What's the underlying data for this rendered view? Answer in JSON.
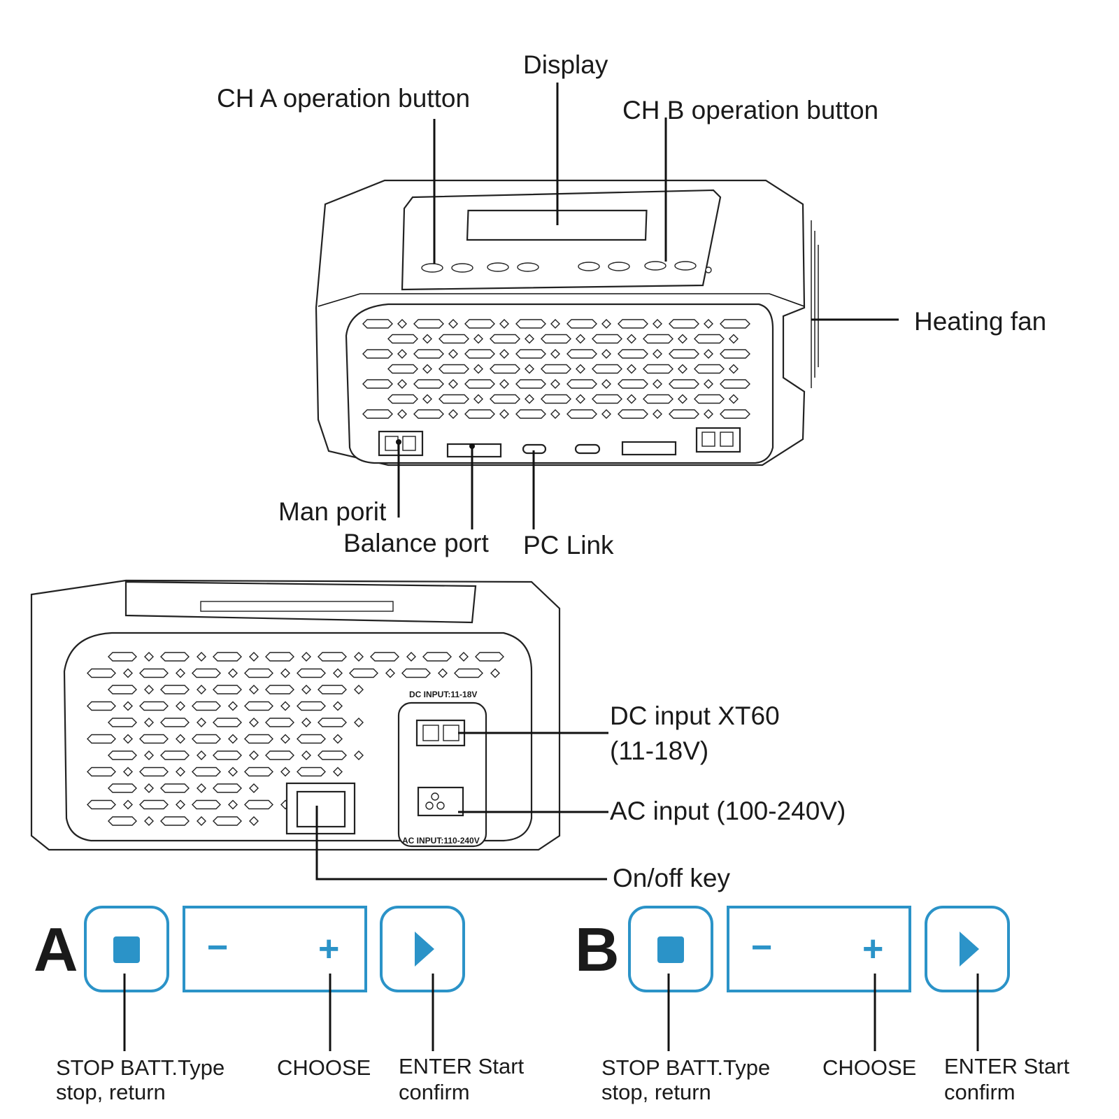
{
  "top_view": {
    "labels": {
      "display": "Display",
      "ch_a": "CH A operation button",
      "ch_b": "CH B operation button",
      "fan": "Heating fan",
      "main_port": "Man porit",
      "balance_port": "Balance port",
      "pc_link": "PC Link"
    }
  },
  "rear_view": {
    "labels": {
      "dc_input_1": "DC input XT60",
      "dc_input_2": "(11-18V)",
      "ac_input": "AC input (100-240V)",
      "onoff": "On/off key"
    },
    "panel_text": {
      "dc": "DC  INPUT:11-18V",
      "ac": "AC  INPUT:110-240V"
    }
  },
  "key_groups": [
    {
      "letter": "A",
      "minus": "−",
      "plus": "+",
      "stop_1": "STOP BATT.Type",
      "stop_2": "stop, return",
      "choose": "CHOOSE",
      "enter_1": "ENTER Start",
      "enter_2": "confirm"
    },
    {
      "letter": "B",
      "minus": "−",
      "plus": "+",
      "stop_1": "STOP BATT.Type",
      "stop_2": "stop, return",
      "choose": "CHOOSE",
      "enter_1": "ENTER Start",
      "enter_2": "confirm"
    }
  ],
  "colors": {
    "accent": "#2b93c8",
    "line": "#111111"
  }
}
